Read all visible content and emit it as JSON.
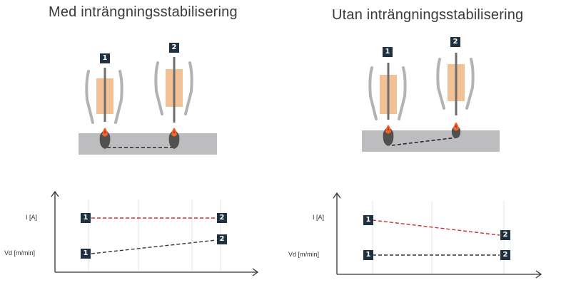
{
  "colors": {
    "badge_bg": "#1f3140",
    "current_line": "#d32a35",
    "speed_line": "#283a4a",
    "workpiece": "#bdbcbe",
    "nozzle": "#b3b3b3",
    "contact_tip": "#f2c196",
    "arc": "#ee6a2a",
    "weld_pool": "#505050"
  },
  "panels": [
    {
      "title": "Med inträngningsstabilisering",
      "torch_labels": [
        "1",
        "2"
      ],
      "graph": {
        "y_labels": [
          "I [A]",
          "Vd [m/min]"
        ],
        "current_series": {
          "start_label": "1",
          "end_label": "2",
          "start": 1.0,
          "end": 1.0
        },
        "speed_series": {
          "start_label": "1",
          "end_label": "2",
          "start": 0.0,
          "end": 0.5
        }
      }
    },
    {
      "title": "Utan inträngningsstabilisering",
      "torch_labels": [
        "1",
        "2"
      ],
      "graph": {
        "y_labels": [
          "I [A]",
          "Vd [m/min]"
        ],
        "current_series": {
          "start_label": "1",
          "end_label": "2",
          "start": 1.0,
          "end": 0.6
        },
        "speed_series": {
          "start_label": "1",
          "end_label": "2",
          "start": 0.0,
          "end": 0.0
        }
      }
    }
  ]
}
